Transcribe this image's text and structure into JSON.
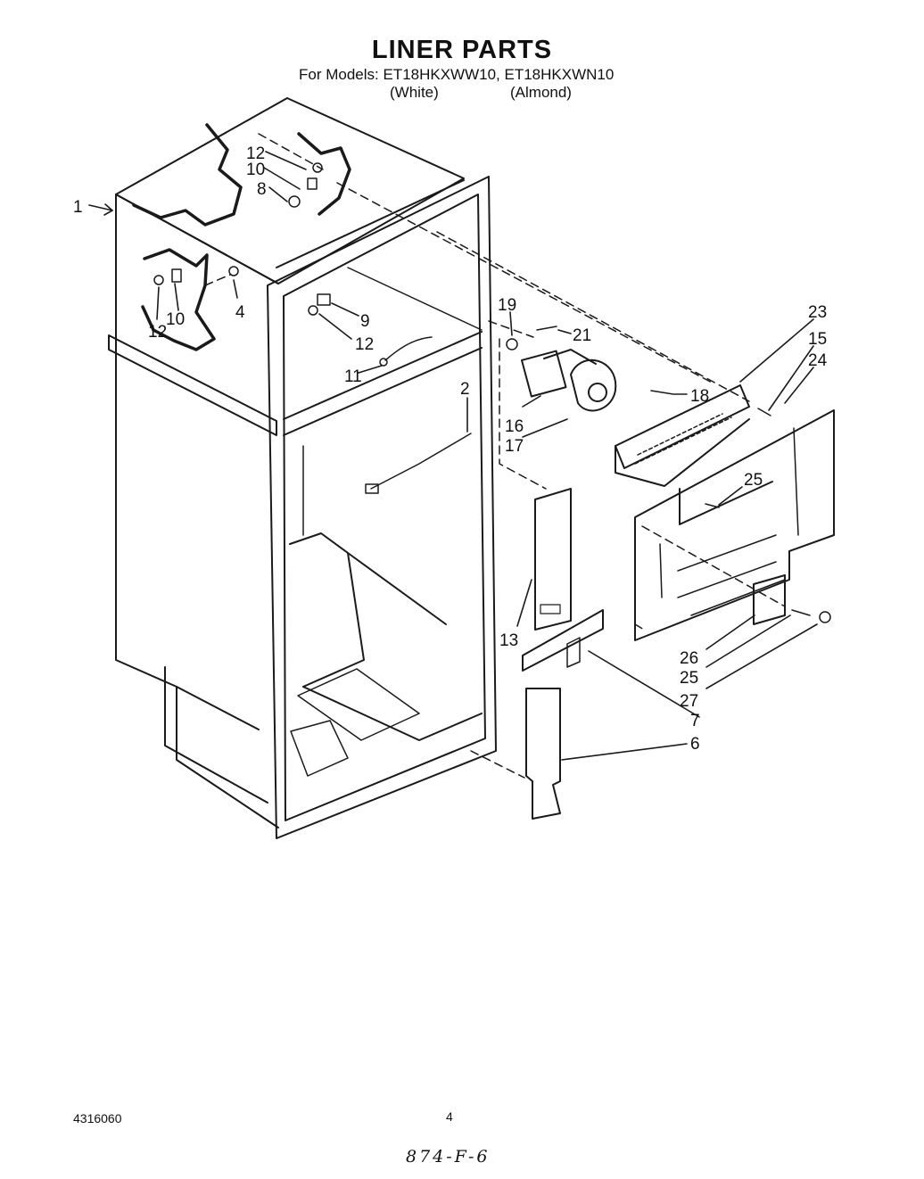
{
  "header": {
    "title": "LINER PARTS",
    "models_line": "For Models: ET18HKXWW10, ET18HKXWN10",
    "variant_white": "(White)",
    "variant_almond": "(Almond)"
  },
  "callouts": [
    "1",
    "12",
    "10",
    "8",
    "12",
    "10",
    "4",
    "9",
    "12",
    "11",
    "2",
    "19",
    "21",
    "16",
    "17",
    "18",
    "23",
    "15",
    "24",
    "25",
    "13",
    "26",
    "25",
    "27",
    "7",
    "6"
  ],
  "footer": {
    "doc_number": "4316060",
    "page_number": "4",
    "handwritten_note": "874-F-6"
  }
}
